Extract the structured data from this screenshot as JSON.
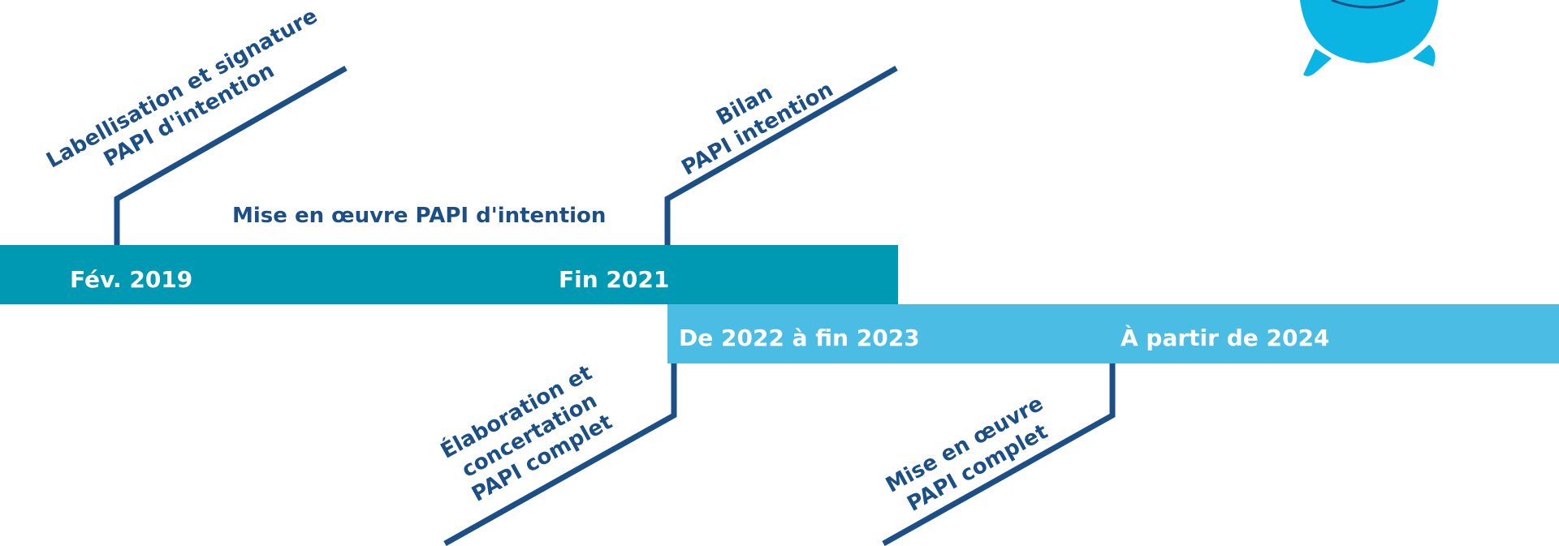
{
  "colors": {
    "band_dark": "#0099b3",
    "band_light": "#4bbde4",
    "text_dark_blue": "#1c4f86",
    "mascot": "#0ab4e3"
  },
  "bands": {
    "phase1_start": "Fév. 2019",
    "phase1_end": "Fin 2021",
    "phase2_start": "De 2022 à fin 2023",
    "phase3_start": "À partir de 2024"
  },
  "milestones": {
    "labellisation": {
      "line1": "Labellisation et signature",
      "line2": "PAPI d'intention"
    },
    "mise_oeuvre_intention": "Mise en œuvre PAPI d'intention",
    "bilan": {
      "line1": "Bilan",
      "line2": "PAPI intention"
    },
    "elaboration": {
      "line1": "Élaboration et",
      "line2": "concertation",
      "line3": "PAPI complet"
    },
    "mise_oeuvre_complet": {
      "line1": "Mise en œuvre",
      "line2": "PAPI complet"
    }
  },
  "decor": {
    "mascot": "water-drop-mascot-icon"
  }
}
